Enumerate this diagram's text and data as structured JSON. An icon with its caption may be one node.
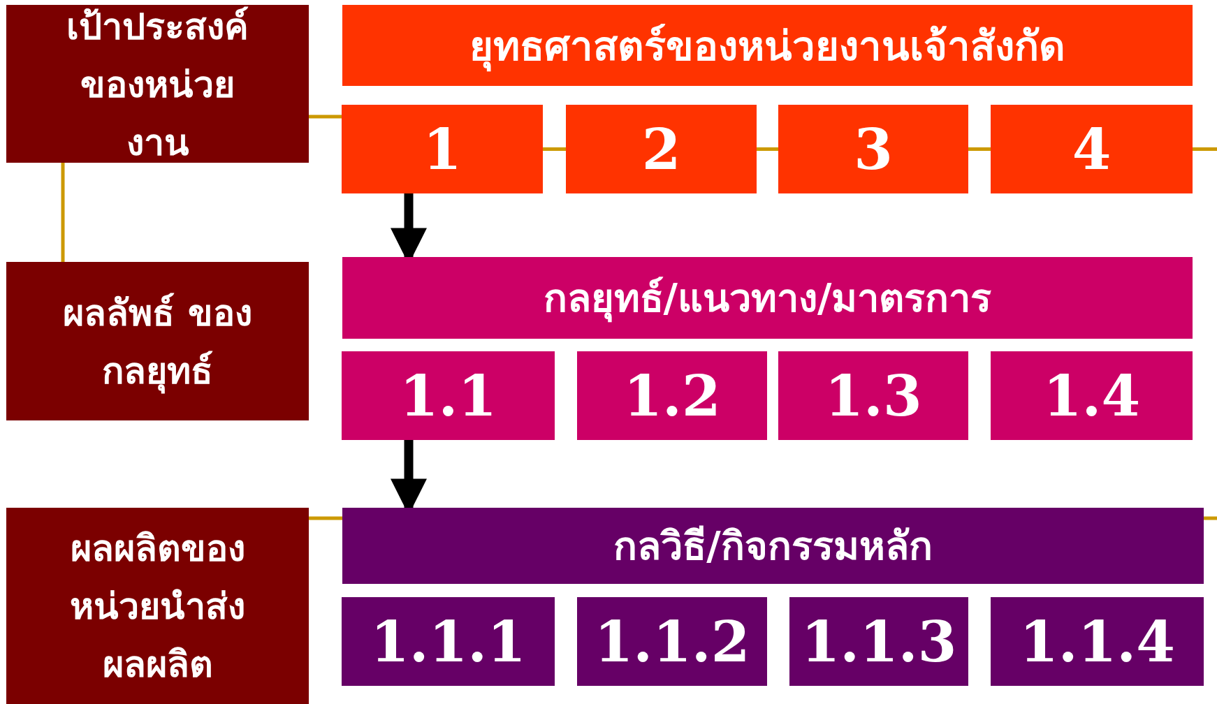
{
  "diagram": {
    "nodes": [
      {
        "text": [
          "เป้าประสงค์ ของหน่วยงาน"
        ]
      },
      {
        "text": [
          "ยุทธศาสตร์ของหน่วยงานเจ้าสังกัด"
        ]
      },
      {
        "text": [
          "1"
        ]
      },
      {
        "text": [
          "2"
        ]
      },
      {
        "text": [
          "3"
        ]
      },
      {
        "text": [
          "4"
        ]
      },
      {
        "text": [
          "ผลลัพธ์ ของกลยุทธ์"
        ]
      },
      {
        "text": [
          "กลยุทธ์/แนวทาง/มาตรการ"
        ]
      },
      {
        "text": [
          "1.1"
        ]
      },
      {
        "text": [
          "1.2"
        ]
      },
      {
        "text": [
          "1.3"
        ]
      },
      {
        "text": [
          "1.4"
        ]
      },
      {
        "text": [
          "ผลผลิตของ หน่วยนำส่ง ผลผลิต"
        ]
      },
      {
        "text": [
          "กลวิธี/กิจกรรมหลัก"
        ]
      },
      {
        "text": [
          "1.1.1"
        ]
      },
      {
        "text": [
          "1.1.2"
        ]
      },
      {
        "text": [
          "1.1.3"
        ]
      },
      {
        "text": [
          "1.1.4"
        ]
      }
    ],
    "edges": [
      {
        "from": 2,
        "to": 7,
        "arrow": "to",
        "style": "thick",
        "color": "#000000"
      },
      {
        "from": 8,
        "to": 13,
        "arrow": "to",
        "style": "thick",
        "color": "#000000"
      },
      {
        "from": 0,
        "to": 2,
        "arrow": "none"
      },
      {
        "from": 2,
        "to": 3,
        "arrow": "none"
      },
      {
        "from": 3,
        "to": 4,
        "arrow": "none"
      },
      {
        "from": 4,
        "to": 5,
        "arrow": "none"
      },
      {
        "from": 5,
        "to": null,
        "arrow": "none"
      },
      {
        "from": 0,
        "to": 6,
        "arrow": "none"
      },
      {
        "from": 12,
        "to": 13,
        "arrow": "none"
      },
      {
        "from": 13,
        "to": null,
        "arrow": "none"
      }
    ]
  }
}
